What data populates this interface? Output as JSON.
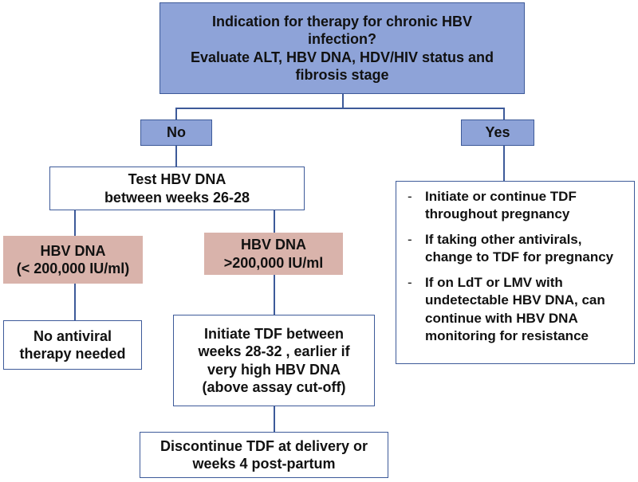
{
  "top": {
    "lines": [
      "Indication for therapy for chronic HBV",
      "infection?",
      "Evaluate ALT, HBV DNA, HDV/HIV status and",
      "fibrosis stage"
    ]
  },
  "no_label": "No",
  "yes_label": "Yes",
  "test": {
    "lines": [
      "Test HBV DNA",
      "between weeks 26-28"
    ]
  },
  "low_dna": {
    "lines": [
      "HBV DNA",
      "(< 200,000 IU/ml)"
    ]
  },
  "high_dna": {
    "lines": [
      "HBV DNA",
      ">200,000 IU/ml"
    ]
  },
  "no_therapy": {
    "lines": [
      "No antiviral",
      "therapy needed"
    ]
  },
  "initiate": {
    "lines": [
      "Initiate TDF between",
      "weeks 28-32 , earlier if",
      "very high HBV DNA",
      "(above assay cut-off)"
    ]
  },
  "discontinue": {
    "lines": [
      "Discontinue TDF at delivery or",
      "weeks 4 post-partum"
    ]
  },
  "yes_box": {
    "dash": "-",
    "items": [
      [
        "Initiate or continue TDF",
        "throughout pregnancy"
      ],
      [
        "If taking other antivirals,",
        "change to TDF for pregnancy"
      ],
      [
        "If on LdT or LMV with",
        "undetectable HBV DNA, can",
        "continue with HBV DNA",
        "monitoring for resistance"
      ]
    ]
  }
}
